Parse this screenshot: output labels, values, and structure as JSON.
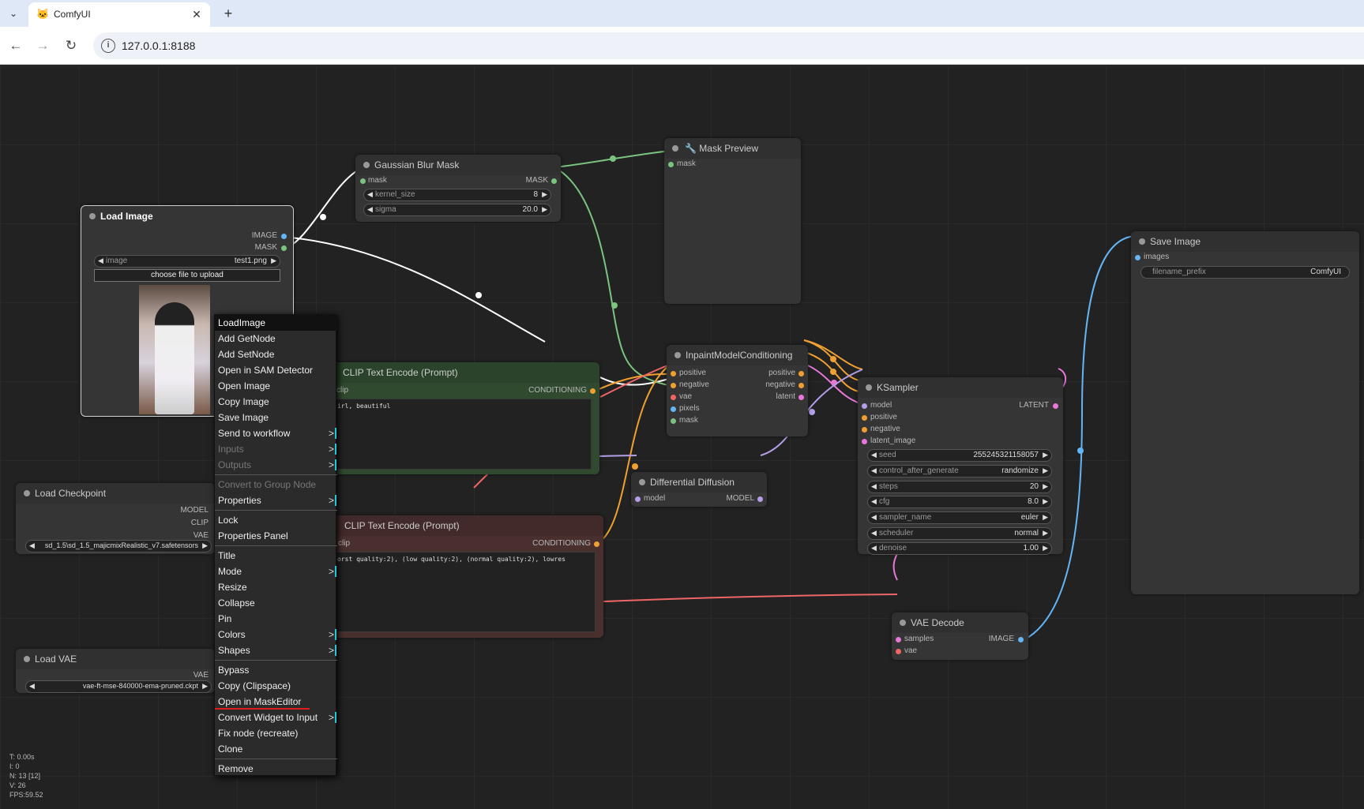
{
  "browser": {
    "tab_title": "ComfyUI",
    "tab_close": "✕",
    "new_tab": "+",
    "url": "127.0.0.1:8188"
  },
  "nodes": {
    "load_image": {
      "title": "Load Image",
      "outputs": [
        "IMAGE",
        "MASK"
      ],
      "image_label": "image",
      "image_value": "test1.png",
      "upload_label": "choose file to upload"
    },
    "gaussian_blur": {
      "title": "Gaussian Blur Mask",
      "input": "mask",
      "output": "MASK",
      "widgets": [
        {
          "label": "kernel_size",
          "value": "8"
        },
        {
          "label": "sigma",
          "value": "20.0"
        }
      ]
    },
    "mask_preview": {
      "title": "Mask Preview",
      "input": "mask"
    },
    "save_image": {
      "title": "Save Image",
      "input": "images",
      "widget_label": "filename_prefix",
      "widget_value": "ComfyUI"
    },
    "clip_pos": {
      "title": "CLIP Text Encode (Prompt)",
      "input": "clip",
      "output": "CONDITIONING",
      "text": "irl, beautiful"
    },
    "clip_neg": {
      "title": "CLIP Text Encode (Prompt)",
      "input": "clip",
      "output": "CONDITIONING",
      "text": "orst quality:2), (low quality:2), (normal quality:2), lowres"
    },
    "inpaint": {
      "title": "InpaintModelConditioning",
      "inputs": [
        "positive",
        "negative",
        "vae",
        "pixels",
        "mask"
      ],
      "outputs": [
        "positive",
        "negative",
        "latent"
      ]
    },
    "ksampler": {
      "title": "KSampler",
      "inputs": [
        "model",
        "positive",
        "negative",
        "latent_image"
      ],
      "output": "LATENT",
      "widgets": [
        {
          "label": "seed",
          "value": "255245321158057"
        },
        {
          "label": "control_after_generate",
          "value": "randomize"
        },
        {
          "label": "steps",
          "value": "20"
        },
        {
          "label": "cfg",
          "value": "8.0"
        },
        {
          "label": "sampler_name",
          "value": "euler"
        },
        {
          "label": "scheduler",
          "value": "normal"
        },
        {
          "label": "denoise",
          "value": "1.00"
        }
      ]
    },
    "diff_diffusion": {
      "title": "Differential Diffusion",
      "input": "model",
      "output": "MODEL"
    },
    "load_checkpoint": {
      "title": "Load Checkpoint",
      "outputs": [
        "MODEL",
        "CLIP",
        "VAE"
      ],
      "widget_value": "sd_1.5\\sd_1.5_majicmixRealistic_v7.safetensors"
    },
    "vae_decode": {
      "title": "VAE Decode",
      "inputs": [
        "samples",
        "vae"
      ],
      "output": "IMAGE"
    },
    "load_vae": {
      "title": "Load VAE",
      "output": "VAE",
      "widget_value": "vae-ft-mse-840000-ema-pruned.ckpt"
    }
  },
  "context_menu": {
    "header": "LoadImage",
    "groups": [
      [
        "Add GetNode",
        "Add SetNode",
        "Open in SAM Detector",
        "Open Image",
        "Copy Image",
        "Save Image",
        "Send to workflow",
        "Inputs",
        "Outputs"
      ],
      [
        "Convert to Group Node",
        "Properties"
      ],
      [
        "Lock",
        "Properties Panel"
      ],
      [
        "Title",
        "Mode",
        "Resize",
        "Collapse",
        "Pin",
        "Colors",
        "Shapes"
      ],
      [
        "Bypass",
        "Copy (Clipspace)",
        "Open in MaskEditor",
        "Convert Widget to Input",
        "Fix node (recreate)",
        "Clone"
      ],
      [
        "Remove"
      ]
    ]
  },
  "stats": [
    "T: 0.00s",
    "I: 0",
    "N: 13 [12]",
    "V: 26",
    "FPS:59.52"
  ]
}
